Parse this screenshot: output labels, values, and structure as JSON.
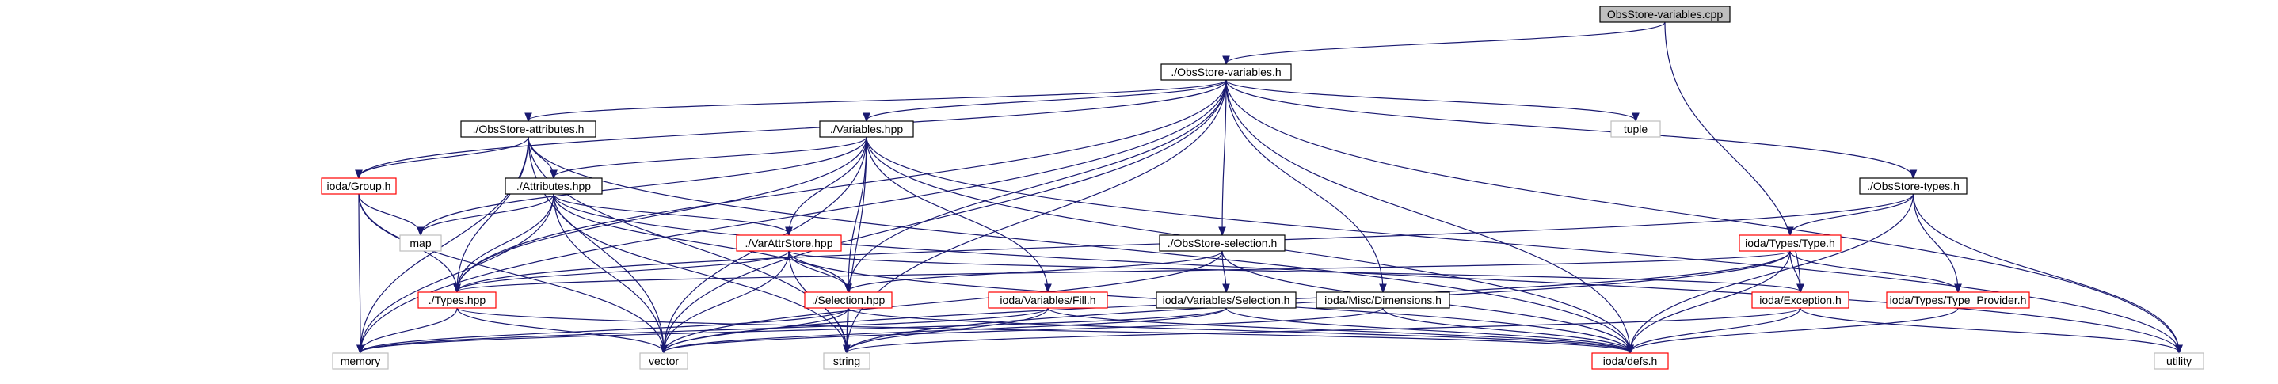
{
  "diagram": {
    "colors": {
      "edge": "#191970",
      "root_fill": "#bfbfbf",
      "node_fill": "#ffffff",
      "node_border": "#000000",
      "not_found_border": "#bfbfbf",
      "truncated_border": "#ff0000",
      "text": "#000000"
    },
    "nodes": [
      {
        "id": "root",
        "label": "ObsStore-variables.cpp",
        "kind": "root"
      },
      {
        "id": "vars_h",
        "label": "./ObsStore-variables.h",
        "kind": "normal"
      },
      {
        "id": "attrs_h",
        "label": "./ObsStore-attributes.h",
        "kind": "normal"
      },
      {
        "id": "variables_hpp",
        "label": "./Variables.hpp",
        "kind": "normal"
      },
      {
        "id": "tuple",
        "label": "tuple",
        "kind": "system"
      },
      {
        "id": "types_h",
        "label": "./ObsStore-types.h",
        "kind": "normal"
      },
      {
        "id": "group_h",
        "label": "ioda/Group.h",
        "kind": "truncated"
      },
      {
        "id": "attributes_hpp",
        "label": "./Attributes.hpp",
        "kind": "normal"
      },
      {
        "id": "map",
        "label": "map",
        "kind": "system"
      },
      {
        "id": "varattr_hpp",
        "label": "./VarAttrStore.hpp",
        "kind": "truncated"
      },
      {
        "id": "selection_h",
        "label": "./ObsStore-selection.h",
        "kind": "normal"
      },
      {
        "id": "type_h",
        "label": "ioda/Types/Type.h",
        "kind": "truncated"
      },
      {
        "id": "types_hpp",
        "label": "./Types.hpp",
        "kind": "truncated"
      },
      {
        "id": "selection_hpp",
        "label": "./Selection.hpp",
        "kind": "truncated"
      },
      {
        "id": "fill_h",
        "label": "ioda/Variables/Fill.h",
        "kind": "truncated"
      },
      {
        "id": "varsel_h",
        "label": "ioda/Variables/Selection.h",
        "kind": "normal"
      },
      {
        "id": "dims_h",
        "label": "ioda/Misc/Dimensions.h",
        "kind": "normal"
      },
      {
        "id": "exception_h",
        "label": "ioda/Exception.h",
        "kind": "truncated"
      },
      {
        "id": "typeprov_h",
        "label": "ioda/Types/Type_Provider.h",
        "kind": "truncated"
      },
      {
        "id": "memory",
        "label": "memory",
        "kind": "system"
      },
      {
        "id": "vector",
        "label": "vector",
        "kind": "system"
      },
      {
        "id": "string",
        "label": "string",
        "kind": "system"
      },
      {
        "id": "defs_h",
        "label": "ioda/defs.h",
        "kind": "truncated"
      },
      {
        "id": "utility",
        "label": "utility",
        "kind": "system"
      }
    ],
    "edges": [
      [
        "root",
        "vars_h"
      ],
      [
        "root",
        "exception_h"
      ],
      [
        "vars_h",
        "attrs_h"
      ],
      [
        "vars_h",
        "variables_hpp"
      ],
      [
        "vars_h",
        "tuple"
      ],
      [
        "vars_h",
        "types_h"
      ],
      [
        "vars_h",
        "group_h"
      ],
      [
        "vars_h",
        "selection_h"
      ],
      [
        "vars_h",
        "dims_h"
      ],
      [
        "vars_h",
        "memory"
      ],
      [
        "vars_h",
        "vector"
      ],
      [
        "vars_h",
        "string"
      ],
      [
        "vars_h",
        "defs_h"
      ],
      [
        "vars_h",
        "utility"
      ],
      [
        "vars_h",
        "selection_hpp"
      ],
      [
        "vars_h",
        "types_hpp"
      ],
      [
        "attrs_h",
        "group_h"
      ],
      [
        "attrs_h",
        "attributes_hpp"
      ],
      [
        "attrs_h",
        "memory"
      ],
      [
        "attrs_h",
        "vector"
      ],
      [
        "attrs_h",
        "string"
      ],
      [
        "attrs_h",
        "types_hpp"
      ],
      [
        "attrs_h",
        "defs_h"
      ],
      [
        "variables_hpp",
        "attributes_hpp"
      ],
      [
        "variables_hpp",
        "varattr_hpp"
      ],
      [
        "variables_hpp",
        "selection_hpp"
      ],
      [
        "variables_hpp",
        "fill_h"
      ],
      [
        "variables_hpp",
        "types_hpp"
      ],
      [
        "variables_hpp",
        "map"
      ],
      [
        "variables_hpp",
        "vector"
      ],
      [
        "variables_hpp",
        "string"
      ],
      [
        "variables_hpp",
        "defs_h"
      ],
      [
        "variables_hpp",
        "utility"
      ],
      [
        "types_h",
        "type_h"
      ],
      [
        "types_h",
        "typeprov_h"
      ],
      [
        "types_h",
        "defs_h"
      ],
      [
        "types_h",
        "utility"
      ],
      [
        "types_h",
        "types_hpp"
      ],
      [
        "group_h",
        "map"
      ],
      [
        "group_h",
        "memory"
      ],
      [
        "group_h",
        "vector"
      ],
      [
        "group_h",
        "types_hpp"
      ],
      [
        "attributes_hpp",
        "map"
      ],
      [
        "attributes_hpp",
        "varattr_hpp"
      ],
      [
        "attributes_hpp",
        "types_hpp"
      ],
      [
        "attributes_hpp",
        "memory"
      ],
      [
        "attributes_hpp",
        "vector"
      ],
      [
        "attributes_hpp",
        "string"
      ],
      [
        "attributes_hpp",
        "selection_hpp"
      ],
      [
        "attributes_hpp",
        "utility"
      ],
      [
        "varattr_hpp",
        "types_hpp"
      ],
      [
        "varattr_hpp",
        "selection_hpp"
      ],
      [
        "varattr_hpp",
        "exception_h"
      ],
      [
        "varattr_hpp",
        "vector"
      ],
      [
        "varattr_hpp",
        "string"
      ],
      [
        "varattr_hpp",
        "defs_h"
      ],
      [
        "selection_h",
        "selection_hpp"
      ],
      [
        "selection_h",
        "varsel_h"
      ],
      [
        "selection_h",
        "defs_h"
      ],
      [
        "selection_h",
        "vector"
      ],
      [
        "type_h",
        "exception_h"
      ],
      [
        "type_h",
        "typeprov_h"
      ],
      [
        "type_h",
        "types_hpp"
      ],
      [
        "type_h",
        "vector"
      ],
      [
        "type_h",
        "string"
      ],
      [
        "type_h",
        "defs_h"
      ],
      [
        "types_hpp",
        "memory"
      ],
      [
        "types_hpp",
        "vector"
      ],
      [
        "types_hpp",
        "defs_h"
      ],
      [
        "selection_hpp",
        "memory"
      ],
      [
        "selection_hpp",
        "vector"
      ],
      [
        "selection_hpp",
        "string"
      ],
      [
        "selection_hpp",
        "defs_h"
      ],
      [
        "fill_h",
        "memory"
      ],
      [
        "fill_h",
        "string"
      ],
      [
        "fill_h",
        "defs_h"
      ],
      [
        "varsel_h",
        "memory"
      ],
      [
        "varsel_h",
        "vector"
      ],
      [
        "varsel_h",
        "defs_h"
      ],
      [
        "dims_h",
        "vector"
      ],
      [
        "dims_h",
        "defs_h"
      ],
      [
        "exception_h",
        "string"
      ],
      [
        "exception_h",
        "defs_h"
      ],
      [
        "exception_h",
        "utility"
      ],
      [
        "typeprov_h",
        "defs_h"
      ]
    ]
  }
}
